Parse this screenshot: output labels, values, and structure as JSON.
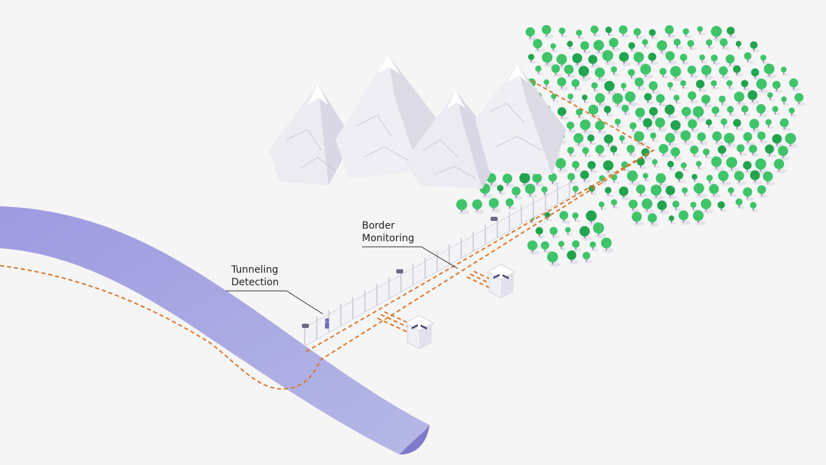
{
  "labels": {
    "border_monitoring": [
      "Border",
      "Monitoring"
    ],
    "tunneling_detection": [
      "Tunneling",
      "Detection"
    ]
  },
  "colors": {
    "background": "#f5f5f6",
    "river": "#a8a6dc",
    "river_edge": "#7f79c9",
    "path": "#d9772a",
    "tree": "#3fc46a",
    "tree_dark": "#22a44f",
    "mountain": "#ecebf2",
    "mountain_shadow": "#d8d6e2",
    "fence": "#f1f1f4",
    "fence_post": "#cfcdd8",
    "tower_cap": "#4b4a7a"
  },
  "icons": [
    "mountain-icon",
    "tree-icon",
    "watchtower-icon",
    "camera-icon",
    "person-icon"
  ]
}
